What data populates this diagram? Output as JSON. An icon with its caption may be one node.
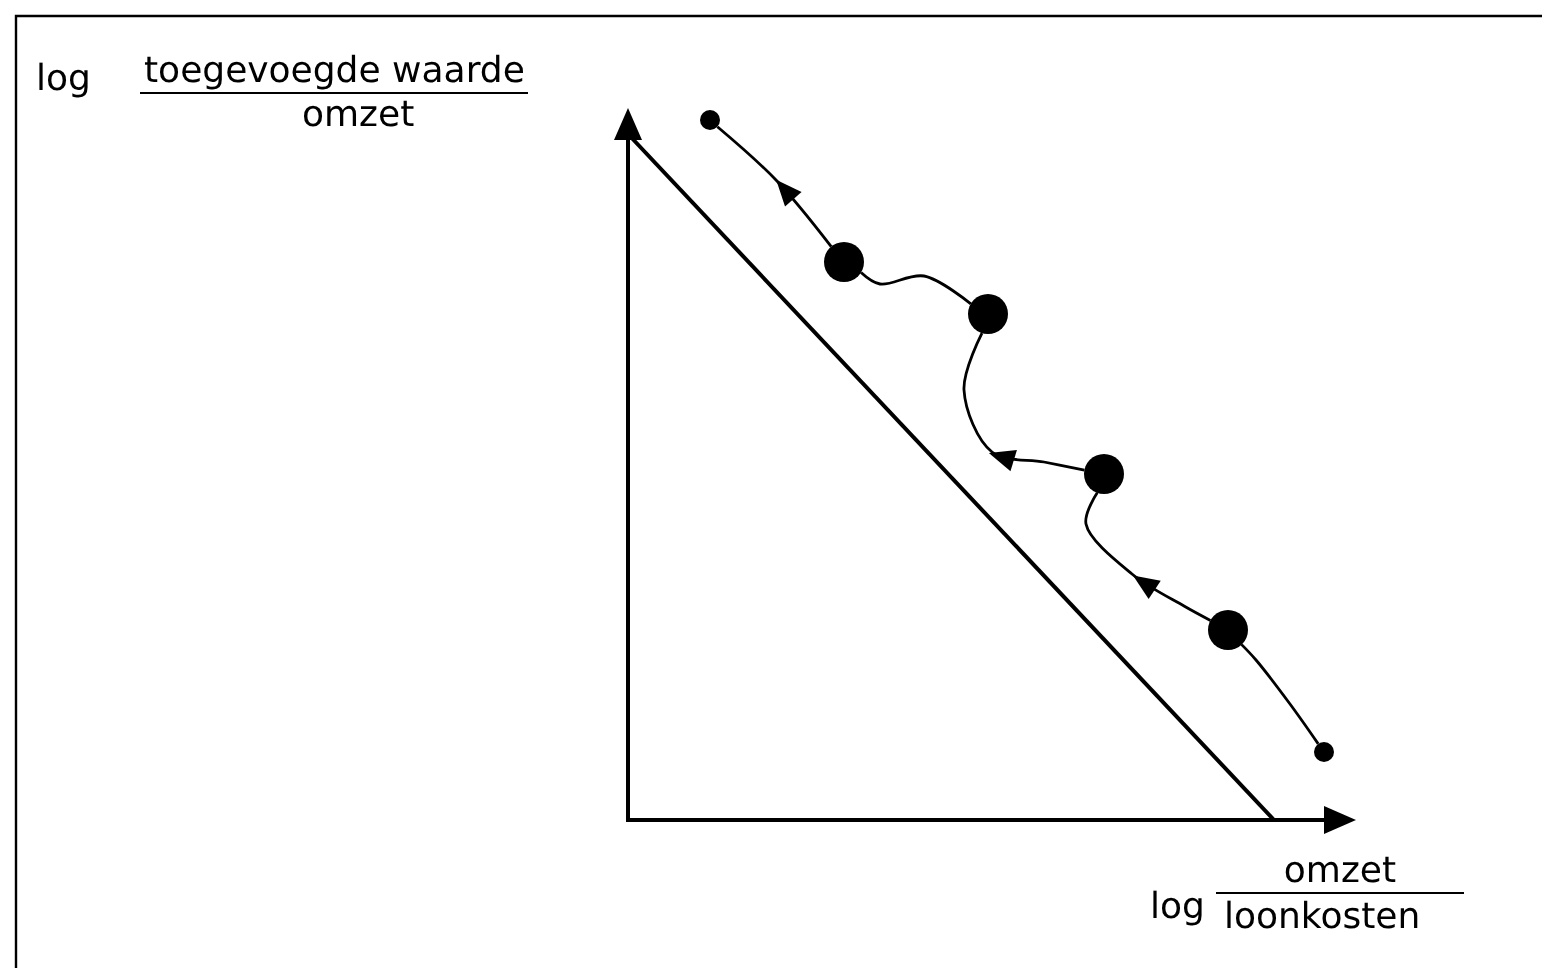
{
  "diagram": {
    "nodes": [
      {
        "text": [],
        "shape": "circle"
      },
      {
        "text": [],
        "shape": "circle"
      },
      {
        "text": [],
        "shape": "circle"
      },
      {
        "text": [],
        "shape": "circle"
      },
      {
        "text": [],
        "shape": "circle"
      },
      {
        "text": [],
        "shape": "circle"
      }
    ],
    "edges": [
      {
        "from": 5,
        "to": 4,
        "arrow": "none"
      },
      {
        "from": 4,
        "to": 3,
        "arrow": "to"
      },
      {
        "from": 3,
        "to": 2,
        "arrow": "to"
      },
      {
        "from": 2,
        "to": 1,
        "arrow": "none"
      },
      {
        "from": 1,
        "to": 0,
        "arrow": "to"
      }
    ],
    "labels": [
      "log",
      "toegevoegde waarde",
      "omzet",
      "log",
      "omzet",
      "loonkosten"
    ]
  }
}
